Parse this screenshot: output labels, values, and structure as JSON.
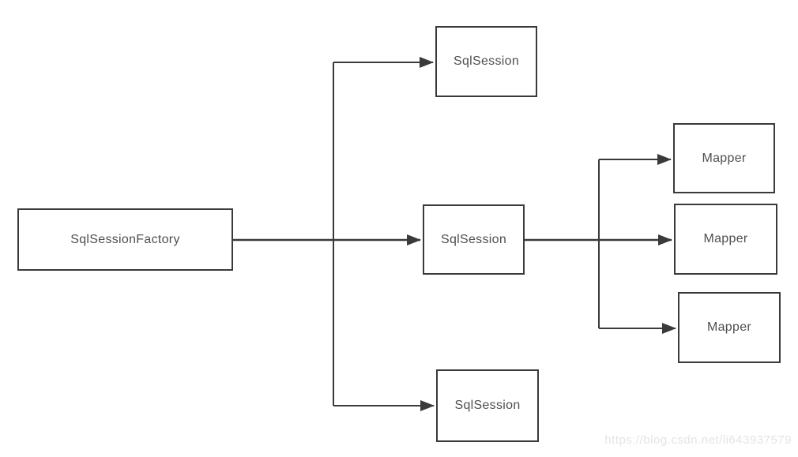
{
  "diagram": {
    "nodes": {
      "factory": {
        "label": "SqlSessionFactory"
      },
      "session_top": {
        "label": "SqlSession"
      },
      "session_middle": {
        "label": "SqlSession"
      },
      "session_bottom": {
        "label": "SqlSession"
      },
      "mapper_top": {
        "label": "Mapper"
      },
      "mapper_middle": {
        "label": "Mapper"
      },
      "mapper_bottom": {
        "label": "Mapper"
      }
    },
    "watermark": "https://blog.csdn.net/li643937579"
  },
  "colors": {
    "line": "#3a3a3a",
    "node-border": "#3a3a3a",
    "node-text": "#4f4f4f",
    "watermark": "#e4e4e4",
    "bg": "#ffffff"
  }
}
